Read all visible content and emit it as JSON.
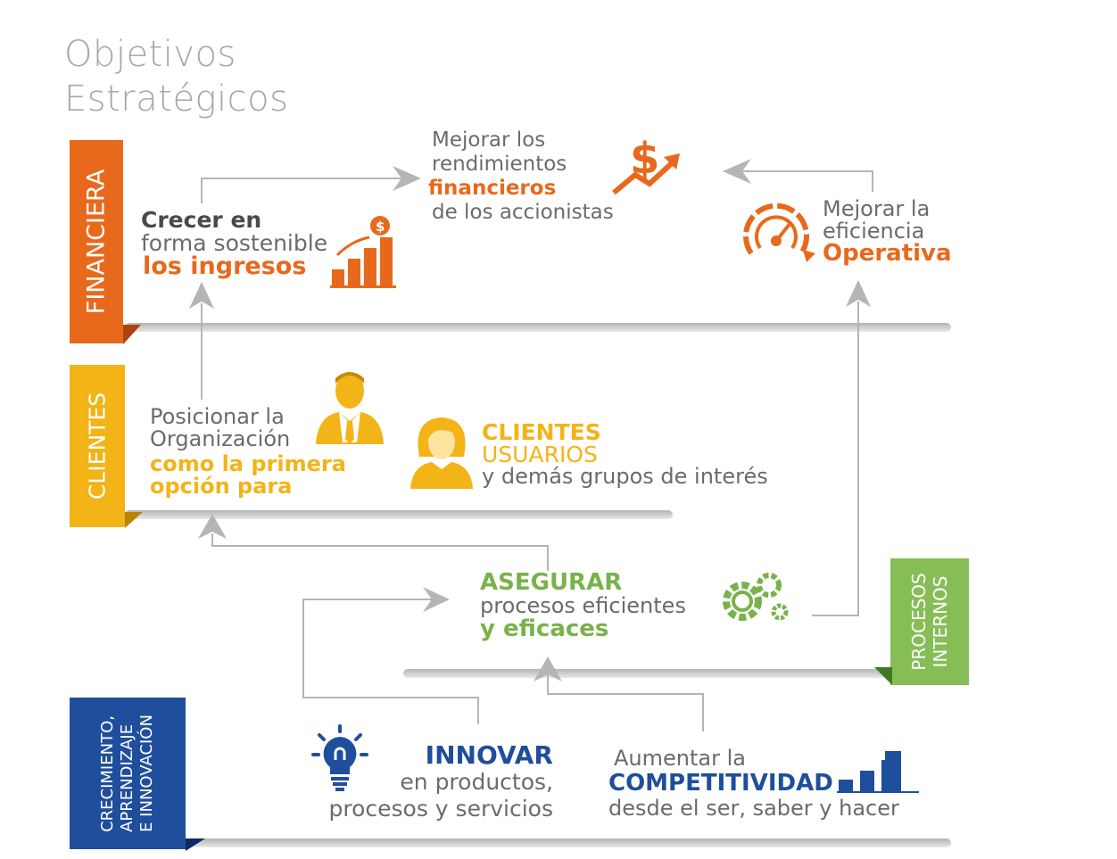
{
  "title": {
    "line1": "Objetivos",
    "line2": "Estratégicos"
  },
  "perspectives": {
    "financiera": {
      "label": "FINANCIERA",
      "color": "#e8691c"
    },
    "clientes": {
      "label": "CLIENTES",
      "color": "#f2b417"
    },
    "procesos": {
      "line1": "PROCESOS",
      "line2": "INTERNOS",
      "color": "#79b24a"
    },
    "crecimiento": {
      "line1": "CRECIMIENTO,",
      "line2": "APRENDIZAJE",
      "line3": "E INNOVACIÓN",
      "color": "#1f4e9c"
    }
  },
  "objectives": {
    "rendimientos": {
      "l1": "Mejorar los",
      "l2": "rendimientos",
      "l3": "financieros",
      "l4": "de los accionistas"
    },
    "crecer": {
      "l1": "Crecer en",
      "l2": "forma sostenible",
      "l3": "los ingresos"
    },
    "eficiencia": {
      "l1": "Mejorar la",
      "l2": "eficiencia",
      "l3": "Operativa"
    },
    "posicionar": {
      "l1": "Posicionar la",
      "l2": "Organización",
      "l3": "como la primera",
      "l4": "opción para"
    },
    "clientes": {
      "l1": "CLIENTES",
      "l2": "USUARIOS",
      "l3": "y demás grupos de interés"
    },
    "asegurar": {
      "l1": "ASEGURAR",
      "l2": "procesos eficientes",
      "l3": "y eficaces"
    },
    "innovar": {
      "l1": "INNOVAR",
      "l2": "en productos,",
      "l3": "procesos y servicios"
    },
    "competitividad": {
      "l1": "Aumentar la",
      "l2": "COMPETITIVIDAD",
      "l3": "desde el ser, saber y hacer"
    }
  },
  "icons": [
    "dollar-growth-icon",
    "rising-bar-chart-icon",
    "speedometer-icon",
    "businessman-icon",
    "woman-user-icon",
    "gears-icon",
    "lightbulb-icon",
    "bar-chart-icon"
  ]
}
